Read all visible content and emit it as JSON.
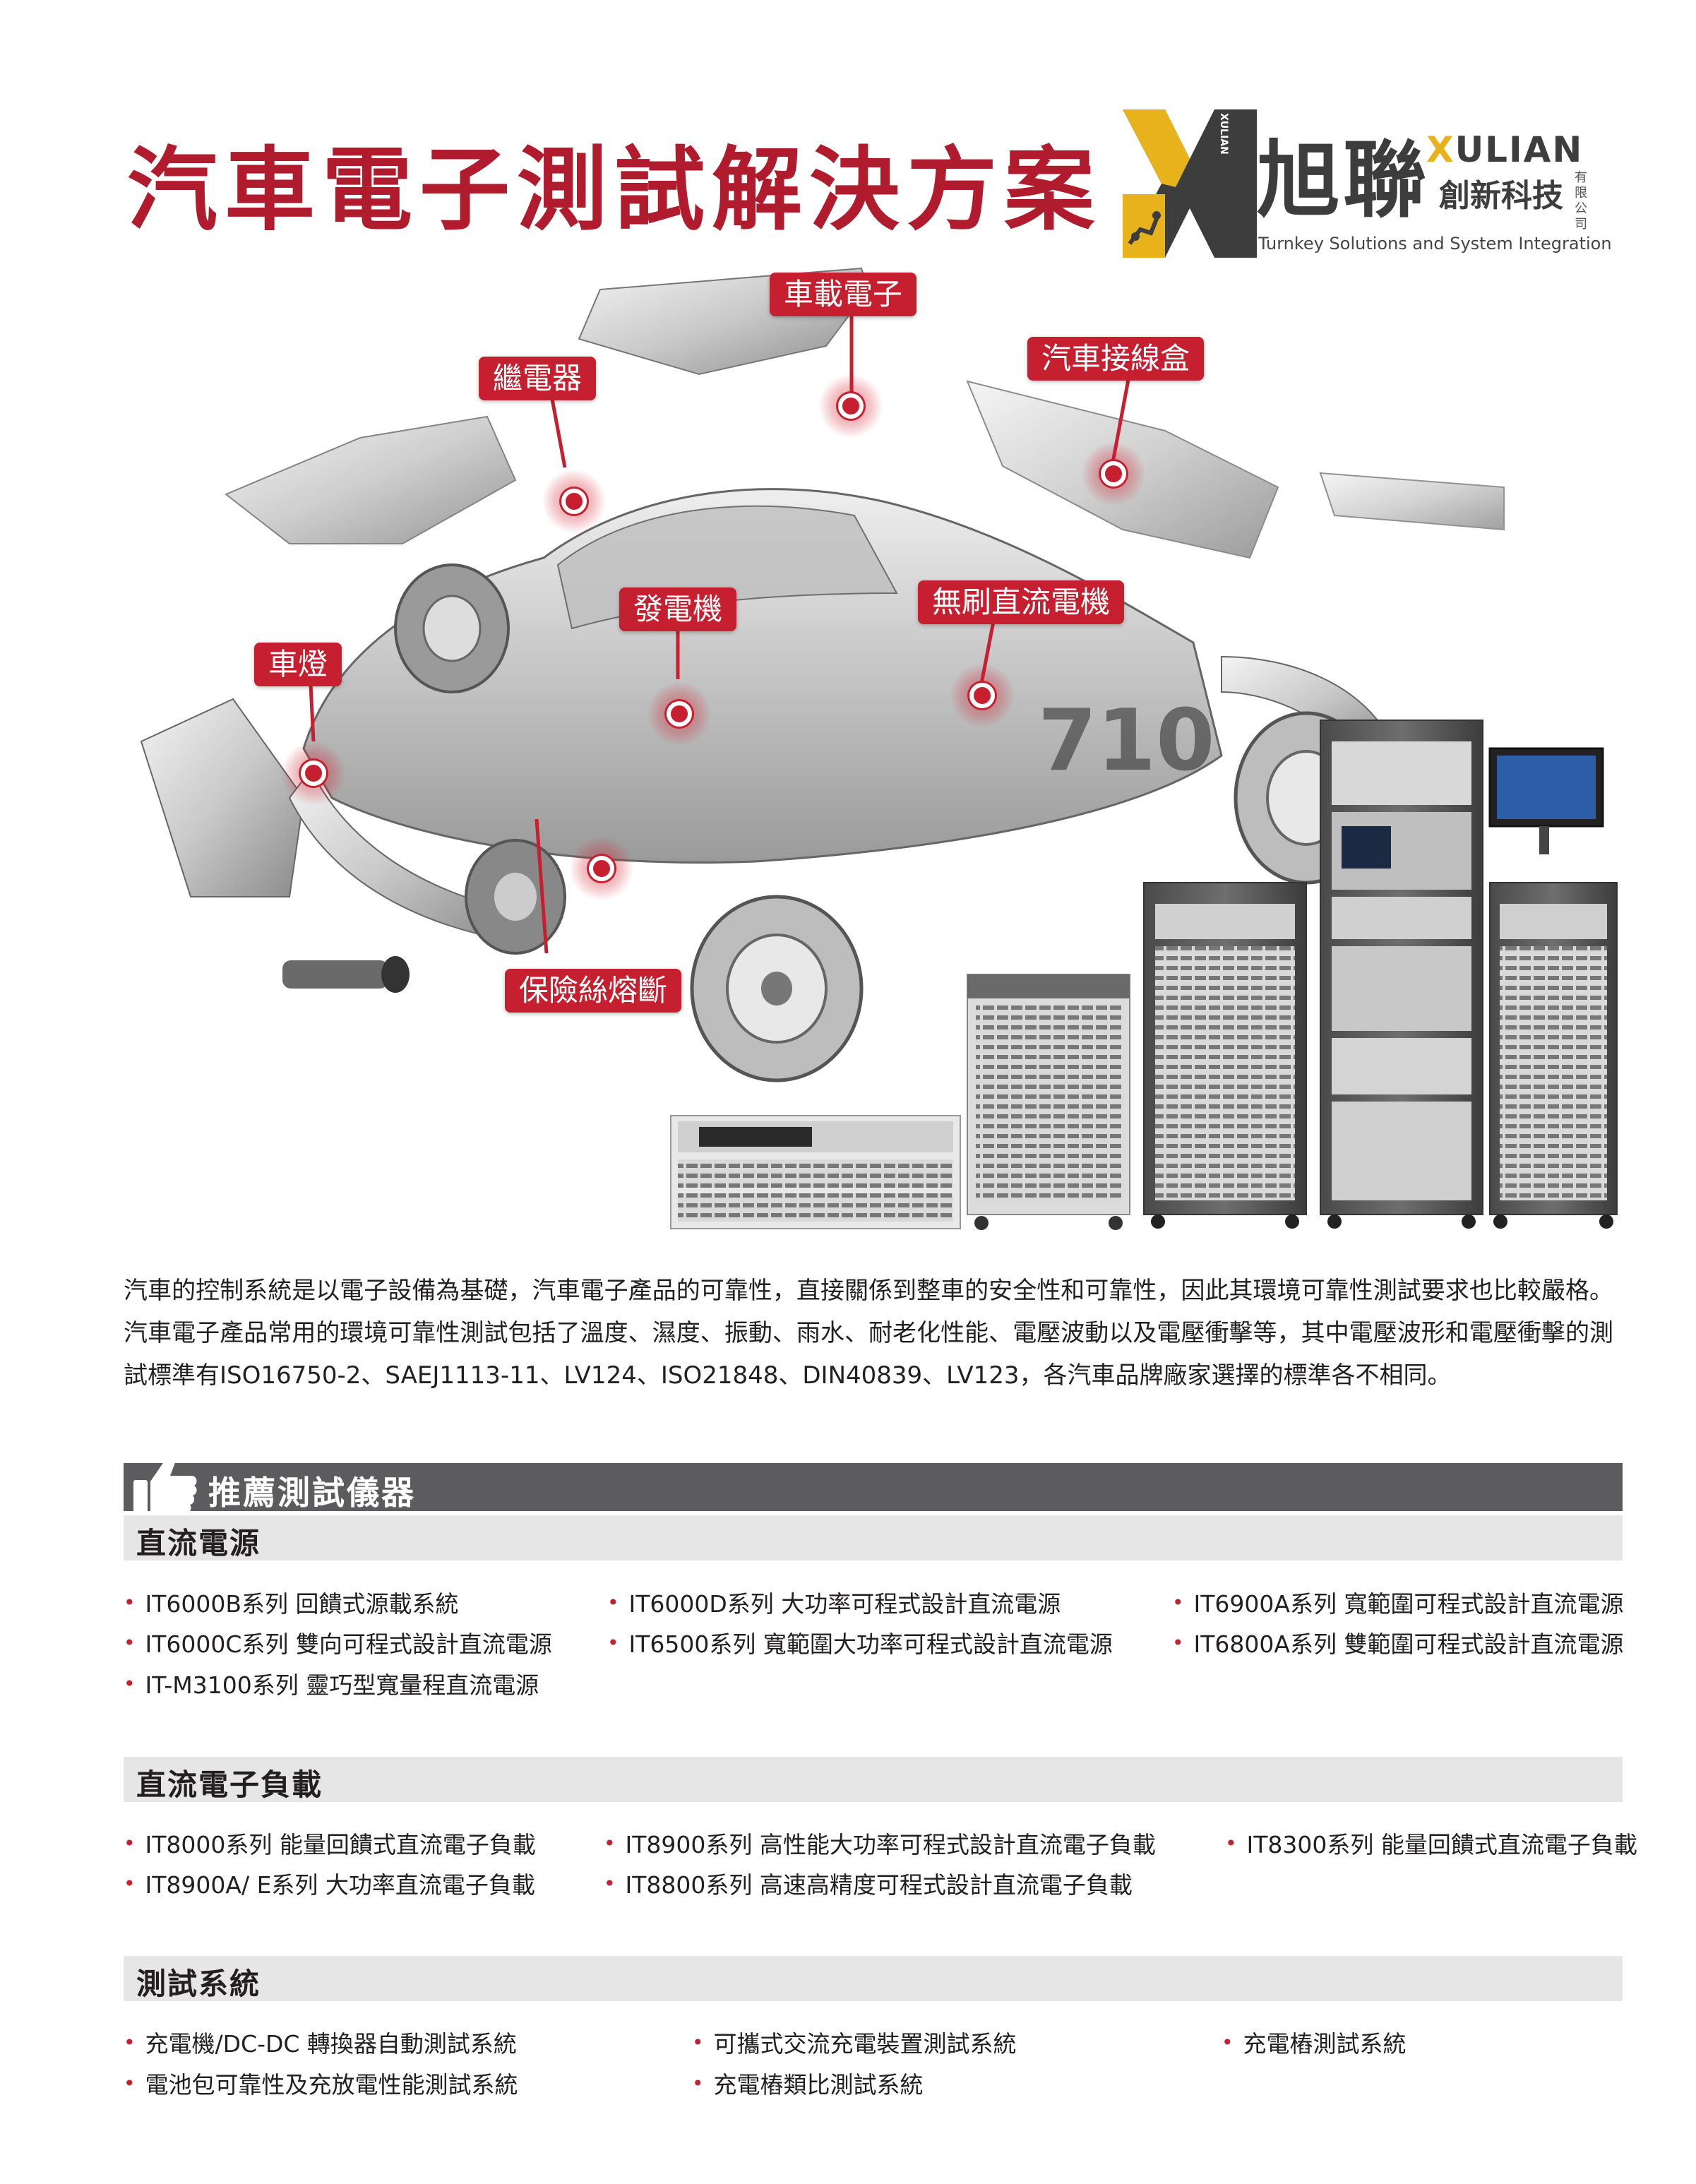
{
  "title": "汽車電子測試解決方案",
  "logo": {
    "zh_name": "旭聯",
    "en_x": "X",
    "en_rest": "ULIAN",
    "company": "創新科技",
    "ltd": "有限公司",
    "tagline": "Turnkey Solutions and System Integration",
    "vertical_text": "XULIAN"
  },
  "callouts": {
    "in_vehicle_electronics": "車載電子",
    "relay": "繼電器",
    "junction_box": "汽車接線盒",
    "generator": "發電機",
    "bldc_motor": "無刷直流電機",
    "headlight": "車燈",
    "fuse": "保險絲熔斷"
  },
  "intro": "汽車的控制系統是以電子設備為基礎，汽車電子產品的可靠性，直接關係到整車的安全性和可靠性，因此其環境可靠性測試要求也比較嚴格。汽車電子產品常用的環境可靠性測試包括了溫度、濕度、振動、雨水、耐老化性能、電壓波動以及電壓衝擊等，其中電壓波形和電壓衝擊的測試標準有ISO16750-2、SAEJ1113-11、LV124、ISO21848、DIN40839、LV123，各汽車品牌廠家選擇的標準各不相同。",
  "recommended": {
    "title": "推薦測試儀器",
    "sections": {
      "dc_power": {
        "title": "直流電源",
        "items": [
          "IT6000B系列 回饋式源載系統",
          "IT6000D系列 大功率可程式設計直流電源",
          "IT6900A系列 寬範圍可程式設計直流電源",
          "IT6000C系列 雙向可程式設計直流電源",
          "IT6500系列 寬範圍大功率可程式設計直流電源",
          "IT6800A系列 雙範圍可程式設計直流電源",
          "IT-M3100系列 靈巧型寬量程直流電源"
        ]
      },
      "dc_load": {
        "title": "直流電子負載",
        "items": [
          "IT8000系列 能量回饋式直流電子負載",
          "IT8900系列 高性能大功率可程式設計直流電子負載",
          "IT8300系列 能量回饋式直流電子負載",
          "IT8900A/ E系列 大功率直流電子負載",
          "IT8800系列 高速高精度可程式設計直流電子負載"
        ]
      },
      "test_system": {
        "title": "測試系統",
        "items": [
          "充電機/DC-DC 轉換器自動測試系統",
          "可攜式交流充電裝置測試系統",
          "充電樁測試系統",
          "電池包可靠性及充放電性能測試系統",
          "充電樁類比測試系統"
        ]
      }
    }
  },
  "colors": {
    "brand_red": "#c61f2f",
    "title_red": "#b01c2e",
    "bar_gray": "#5c5c5e",
    "subhead_gray": "#e6e6e7",
    "logo_yellow": "#e8b21c"
  }
}
